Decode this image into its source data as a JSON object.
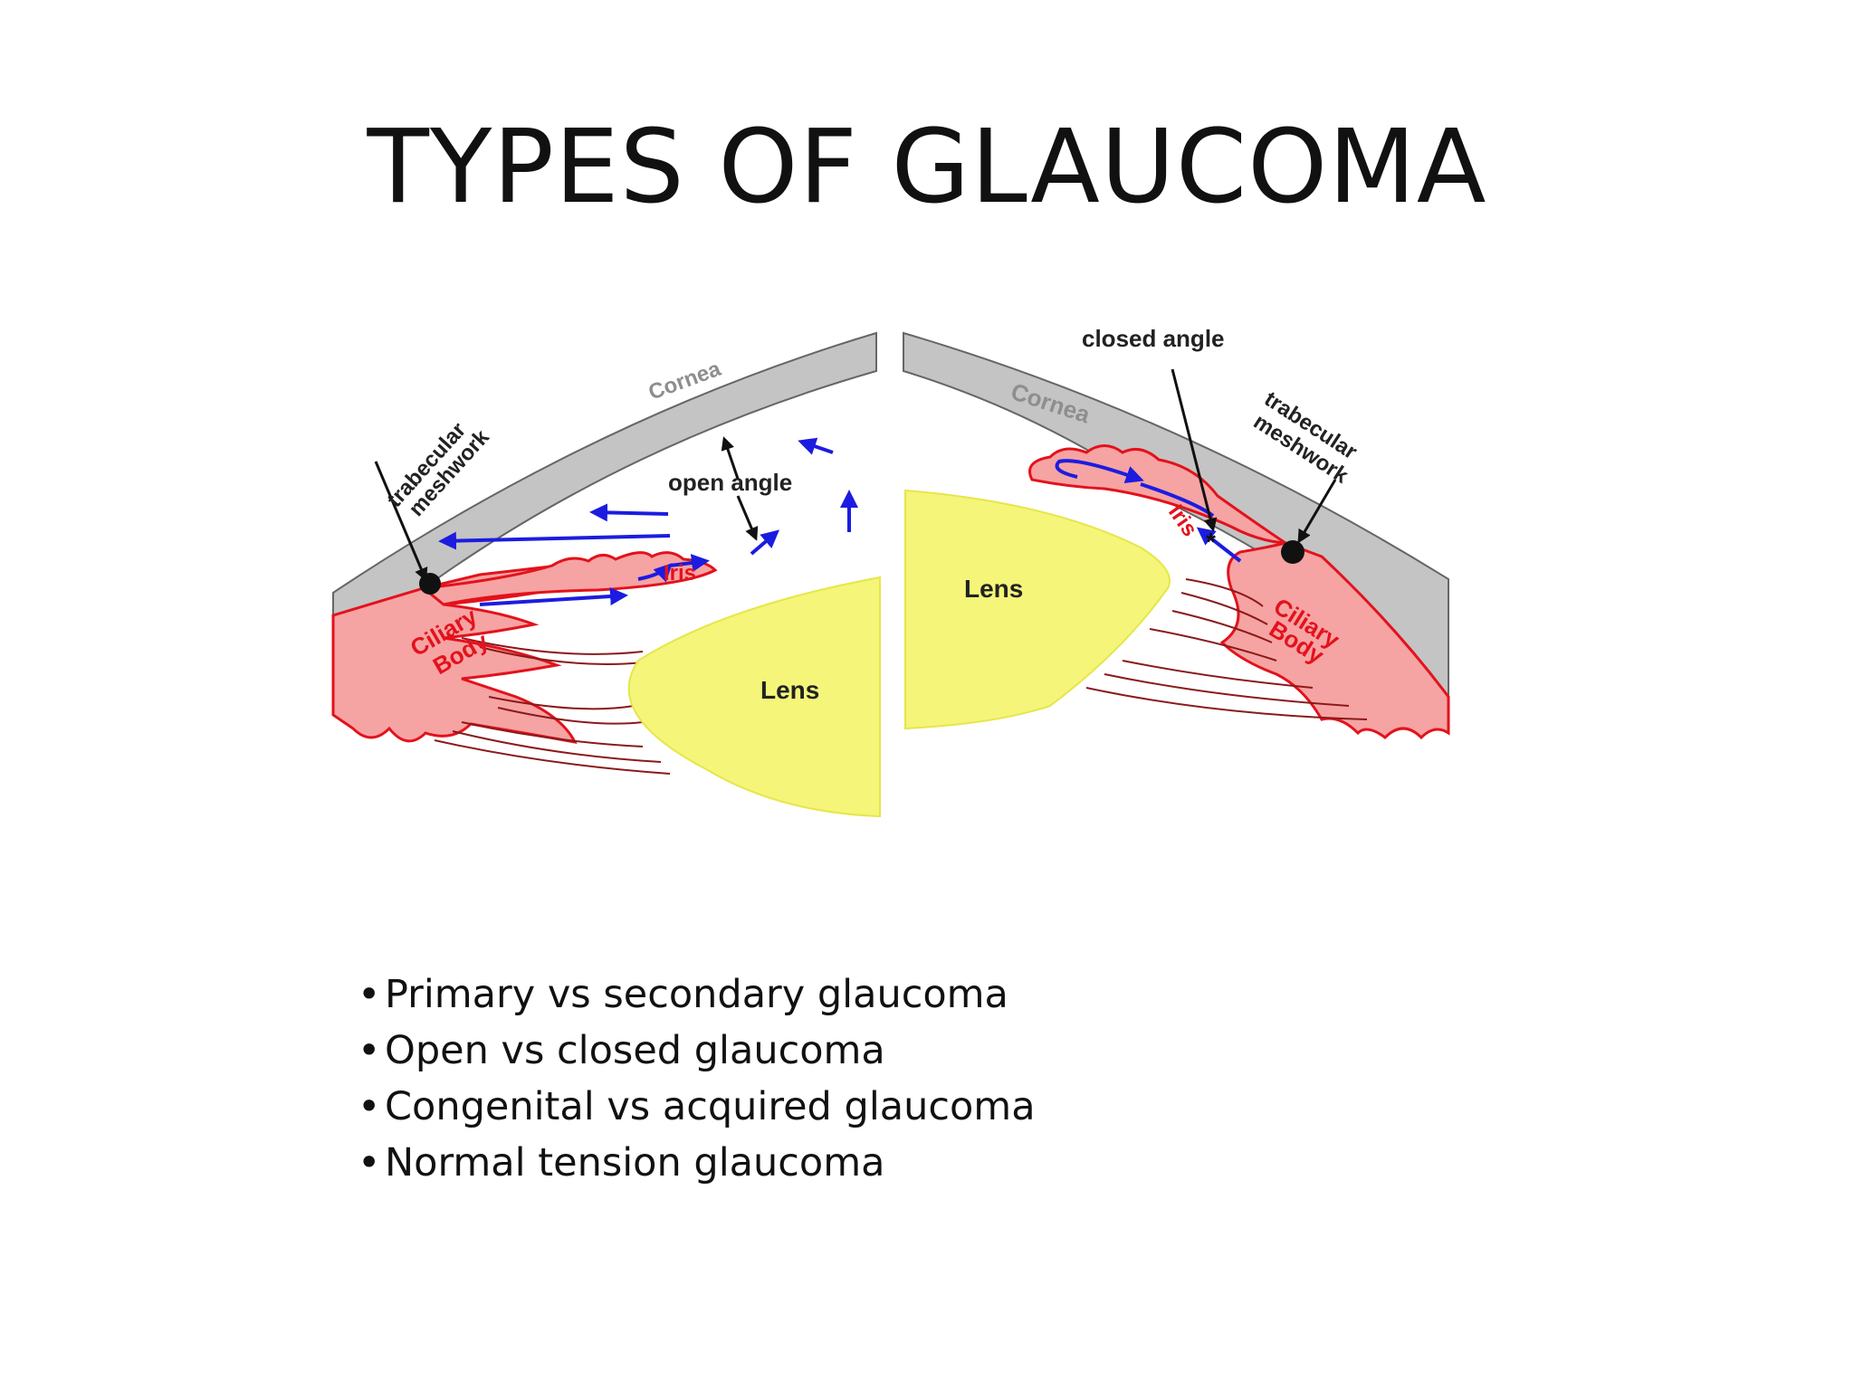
{
  "slide": {
    "title": "TYPES OF GLAUCOMA",
    "bullets": [
      "Primary vs secondary glaucoma",
      "Open vs closed glaucoma",
      "Congenital vs acquired glaucoma",
      "Normal tension glaucoma"
    ],
    "bullet_symbol": "•"
  },
  "diagram": {
    "left": {
      "cornea": "Cornea",
      "open_angle": "open angle",
      "trabecular_1": "trabecular",
      "trabecular_2": "meshwork",
      "iris": "Iris",
      "ciliary_1": "Ciliary",
      "ciliary_2": "Body",
      "lens": "Lens"
    },
    "right": {
      "closed_angle": "closed angle",
      "cornea": "Cornea",
      "trabecular_1": "trabecular",
      "trabecular_2": "meshwork",
      "iris": "Iris",
      "asterisk": "*",
      "ciliary_1": "Ciliary",
      "ciliary_2": "Body",
      "lens": "Lens"
    },
    "colors": {
      "cornea": "#c4c4c4",
      "tissue": "#f6a3a3",
      "tissue_outline": "#e3121c",
      "lens": "#f5f57a",
      "flow_arrow": "#1c1ce0",
      "meshwork": "#111111"
    }
  }
}
